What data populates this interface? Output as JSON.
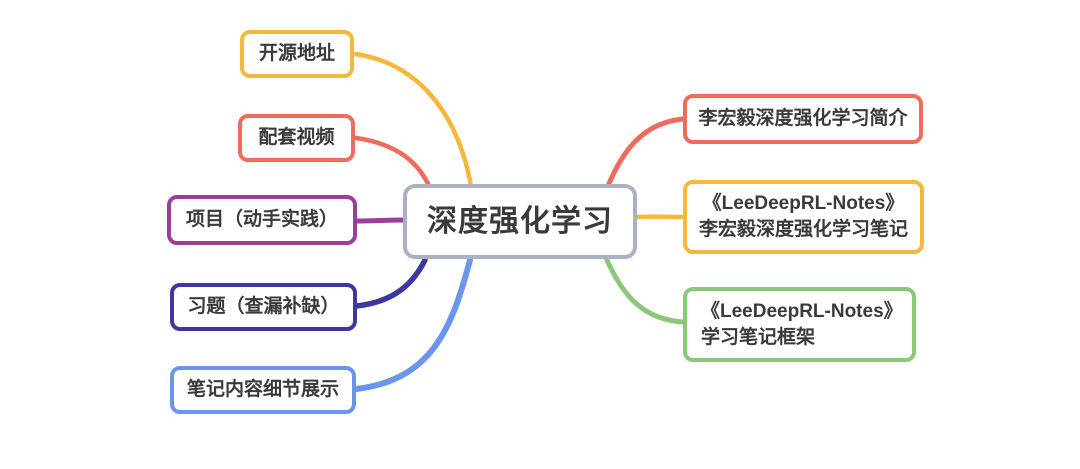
{
  "palette": {
    "yellow": "#F6B73C",
    "red": "#ED6C5B",
    "purple": "#9B3E9B",
    "indigo": "#3D38A0",
    "blue": "#6A95EA",
    "green": "#8BC979",
    "center_border": "#A9B2C0",
    "text": "#3A3A3A",
    "background": "#FFFFFF"
  },
  "center": {
    "label": "深度强化学习"
  },
  "left": {
    "nodes": [
      {
        "label": "开源地址"
      },
      {
        "label": "配套视频"
      },
      {
        "label": "项目（动手实践）"
      },
      {
        "label": "习题（查漏补缺）"
      },
      {
        "label": "笔记内容细节展示"
      }
    ]
  },
  "right": {
    "nodes": [
      {
        "lines": [
          "李宏毅深度强化学习简介"
        ]
      },
      {
        "lines": [
          "《LeeDeepRL-Notes》",
          "李宏毅深度强化学习笔记"
        ]
      },
      {
        "lines": [
          "《LeeDeepRL-Notes》",
          "学习笔记框架"
        ]
      }
    ]
  }
}
